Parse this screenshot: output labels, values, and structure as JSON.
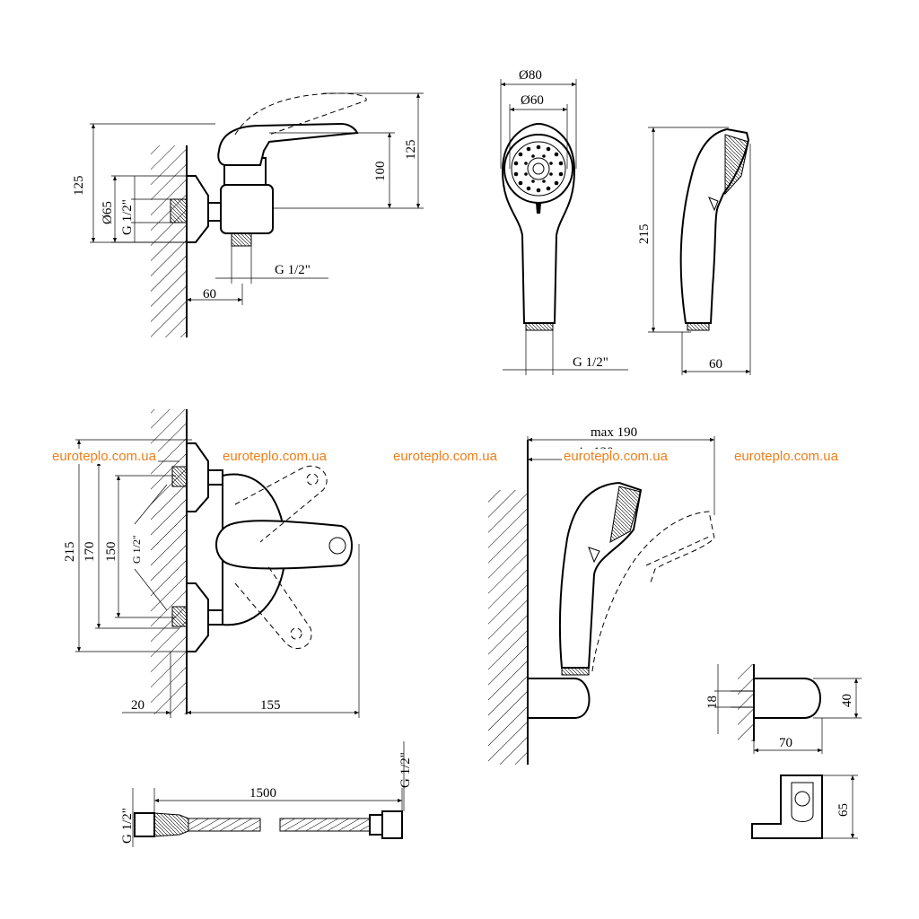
{
  "watermark": "euroteplo.com.ua",
  "colors": {
    "line": "#000000",
    "watermark": "#e8801a",
    "background": "#ffffff"
  },
  "mixer_side": {
    "dim_total_height": "125",
    "dim_pipe_diameter": "Ø65",
    "dim_inlet_thread": "G 1/2\"",
    "dim_body_height": "100",
    "dim_lever_height": "125",
    "dim_outlet_thread": "G 1/2\"",
    "dim_outlet_offset": "60"
  },
  "hand_shower": {
    "dim_outer_diameter": "Ø80",
    "dim_inner_diameter": "Ø60",
    "dim_thread": "G 1/2\"",
    "dim_length": "215",
    "dim_depth": "60"
  },
  "mixer_front": {
    "dim_total_height": "215",
    "dim_height_2": "170",
    "dim_height_3": "150",
    "dim_thread": "G 1/2\"",
    "dim_wall": "20",
    "dim_depth": "155"
  },
  "wall_mounted": {
    "dim_max": "max 190",
    "dim_min": "min 120"
  },
  "holder": {
    "dim_offset": "18",
    "dim_height": "40",
    "dim_length": "70",
    "dim_bracket": "65"
  },
  "hose": {
    "dim_thread_left": "G 1/2\"",
    "dim_length": "1500",
    "dim_thread_right": "G 1/2\""
  }
}
